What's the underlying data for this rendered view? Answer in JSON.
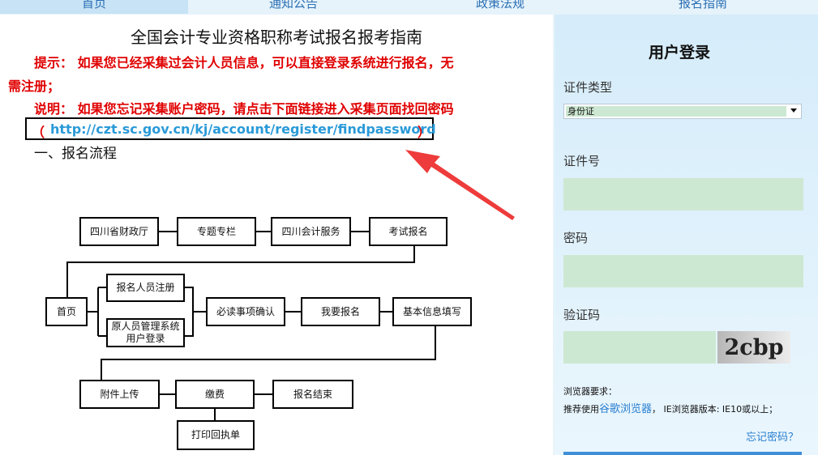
{
  "nav": {
    "tabs": [
      "首页",
      "通知公告",
      "政策法规",
      "报名指南"
    ]
  },
  "guide": {
    "title": "全国会计专业资格职称考试报名报考指南",
    "tip_line1": "提示： 如果您已经采集过会计人员信息，可以直接登录系统进行报名，无",
    "tip_line2": "需注册；",
    "note_line": "说明： 如果您忘记采集账户密码，请点击下面链接进入采集页面找回密码",
    "paren_open": "（",
    "link_url": "http://czt.sc.gov.cn/kj/account/register/findpassword",
    "paren_close": "）",
    "section_heading": "一、报名流程"
  },
  "flow": {
    "nodes": {
      "finance_dept": "四川省财政厅",
      "topics": "专题专栏",
      "accounting_service": "四川会计服务",
      "exam_signup": "考试报名",
      "home": "首页",
      "registrant_register": "报名人员注册",
      "legacy_login": "原人员管理系统用户登录",
      "must_read": "必读事项确认",
      "i_signup": "我要报名",
      "basic_info": "基本信息填写",
      "attach_upload": "附件上传",
      "payment": "缴费",
      "signup_end": "报名结束",
      "print_receipt": "打印回执单"
    }
  },
  "login": {
    "title": "用户登录",
    "id_type_label": "证件类型",
    "id_type_value": "身份证",
    "id_number_label": "证件号",
    "password_label": "密码",
    "captcha_label": "验证码",
    "captcha_text": "2cbp",
    "browser_req": "浏览器要求：",
    "browser_rec_prefix": "推荐使用",
    "browser_rec_link": "谷歌浏览器",
    "browser_rec_suffix": "， IE浏览器版本: IE10或以上；",
    "forgot_password": "忘记密码？"
  },
  "colors": {
    "warning_red": "#e00000",
    "link_blue": "#2a9ad8",
    "field_green": "#cde8d2",
    "annotation_arrow": "#ee3b3b"
  }
}
